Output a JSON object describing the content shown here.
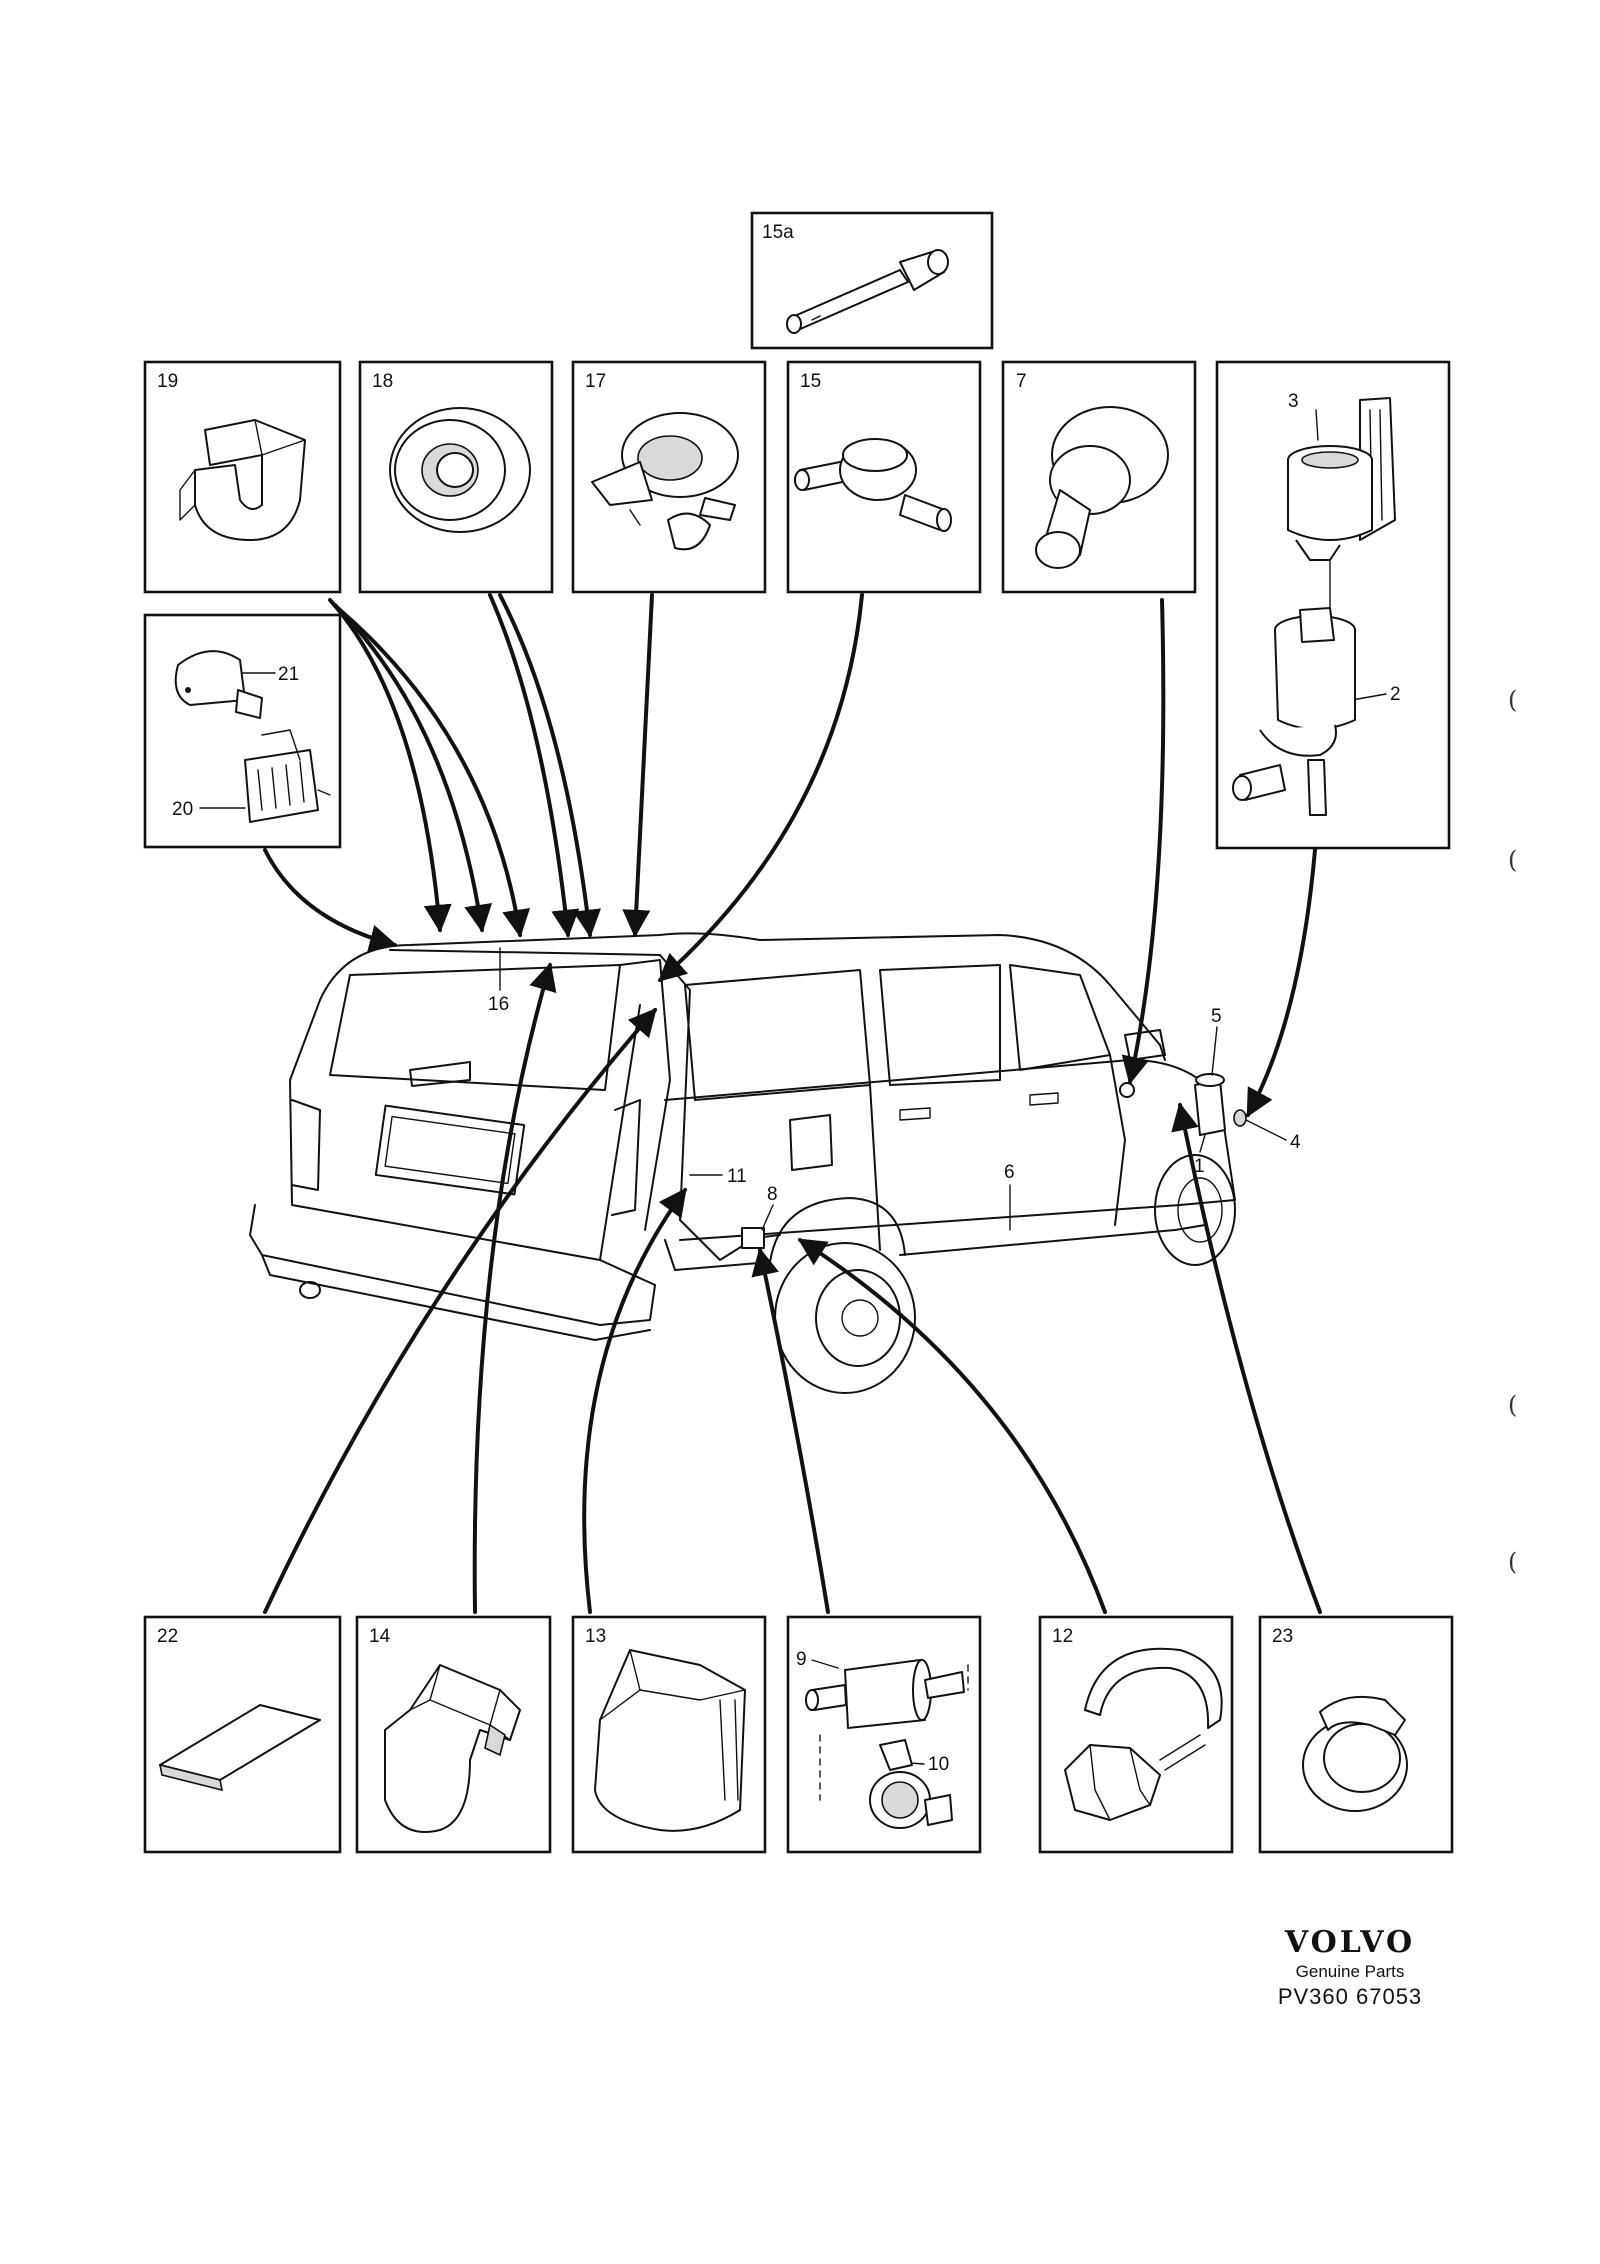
{
  "diagram": {
    "boxes": {
      "b15a": "15a",
      "b19": "19",
      "b18": "18",
      "b17": "17",
      "b15": "15",
      "b7": "7",
      "b2": "2",
      "b3": "3",
      "b20": "20",
      "b21": "21",
      "b22": "22",
      "b14": "14",
      "b13": "13",
      "b9": "9",
      "b10": "10",
      "b12": "12",
      "b23": "23"
    },
    "car_callouts": {
      "c16": "16",
      "c11": "11",
      "c8": "8",
      "c6": "6",
      "c5": "5",
      "c4": "4",
      "c1": "1"
    },
    "margin_marks": [
      "(",
      "(",
      "(",
      "("
    ]
  },
  "footer": {
    "logo": "VOLVO",
    "subtitle": "Genuine Parts",
    "code": "PV360 67053"
  }
}
